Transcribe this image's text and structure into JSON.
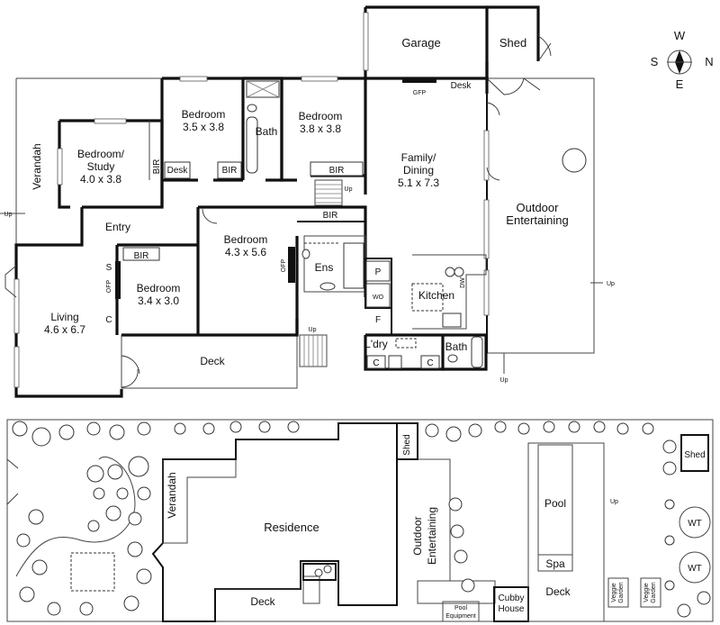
{
  "compass": {
    "n": "N",
    "s": "S",
    "e": "E",
    "w": "W"
  },
  "rooms": {
    "garage": "Garage",
    "shed_top": "Shed",
    "gfp": "GFP",
    "desk_garage": "Desk",
    "bed1": {
      "name": "Bedroom",
      "size": "3.5 x 3.8"
    },
    "bath_top": "Bath",
    "bed2": {
      "name": "Bedroom",
      "size": "3.8 x 3.8"
    },
    "study": {
      "name1": "Bedroom/",
      "name2": "Study",
      "size": "4.0 x 3.8"
    },
    "bir_study": "BIR",
    "desk_bed1": "Desk",
    "bir_bed1": "BIR",
    "bir_bed2": "BIR",
    "family": {
      "name1": "Family/",
      "name2": "Dining",
      "size": "5.1 x 7.3"
    },
    "outdoor": {
      "name1": "Outdoor",
      "name2": "Entertaining"
    },
    "verandah": "Verandah",
    "up_left": "Up",
    "up_stairs": "Up",
    "entry": "Entry",
    "bir_master": "BIR",
    "bed_master": {
      "name": "Bedroom",
      "size": "4.3 x 5.6"
    },
    "ofp_master": "OFP",
    "ens": "Ens",
    "pantry": "P",
    "wo": "WO",
    "fridge": "F",
    "kitchen": "Kitchen",
    "dw": "DW",
    "up_outdoor": "Up",
    "bir_bed4": "BIR",
    "bed4": {
      "name": "Bedroom",
      "size": "3.4 x 3.0"
    },
    "living": {
      "name": "Living",
      "size": "4.6 x 6.7"
    },
    "s_mark": "S",
    "ofp_living": "OFP",
    "c_living": "C",
    "ldry": "L'dry",
    "bath_bottom": "Bath",
    "c1": "C",
    "c2": "C",
    "deck_top": "Deck",
    "up_deck": "Up",
    "up_bottom": "Up"
  },
  "site": {
    "verandah": "Verandah",
    "residence": "Residence",
    "deck_res": "Deck",
    "shed_site": "Shed",
    "outdoor": {
      "name1": "Outdoor",
      "name2": "Entertaining"
    },
    "pool_equipment": {
      "line1": "Pool",
      "line2": "Equipment"
    },
    "cubby": {
      "line1": "Cubby",
      "line2": "House"
    },
    "pool": "Pool",
    "spa": "Spa",
    "deck_pool": "Deck",
    "up_pool": "Up",
    "veggie1": {
      "line1": "Veggie",
      "line2": "Garden"
    },
    "veggie2": {
      "line1": "Veggie",
      "line2": "Garden"
    },
    "wt1": "WT",
    "wt2": "WT",
    "shed_right": "Shed"
  }
}
